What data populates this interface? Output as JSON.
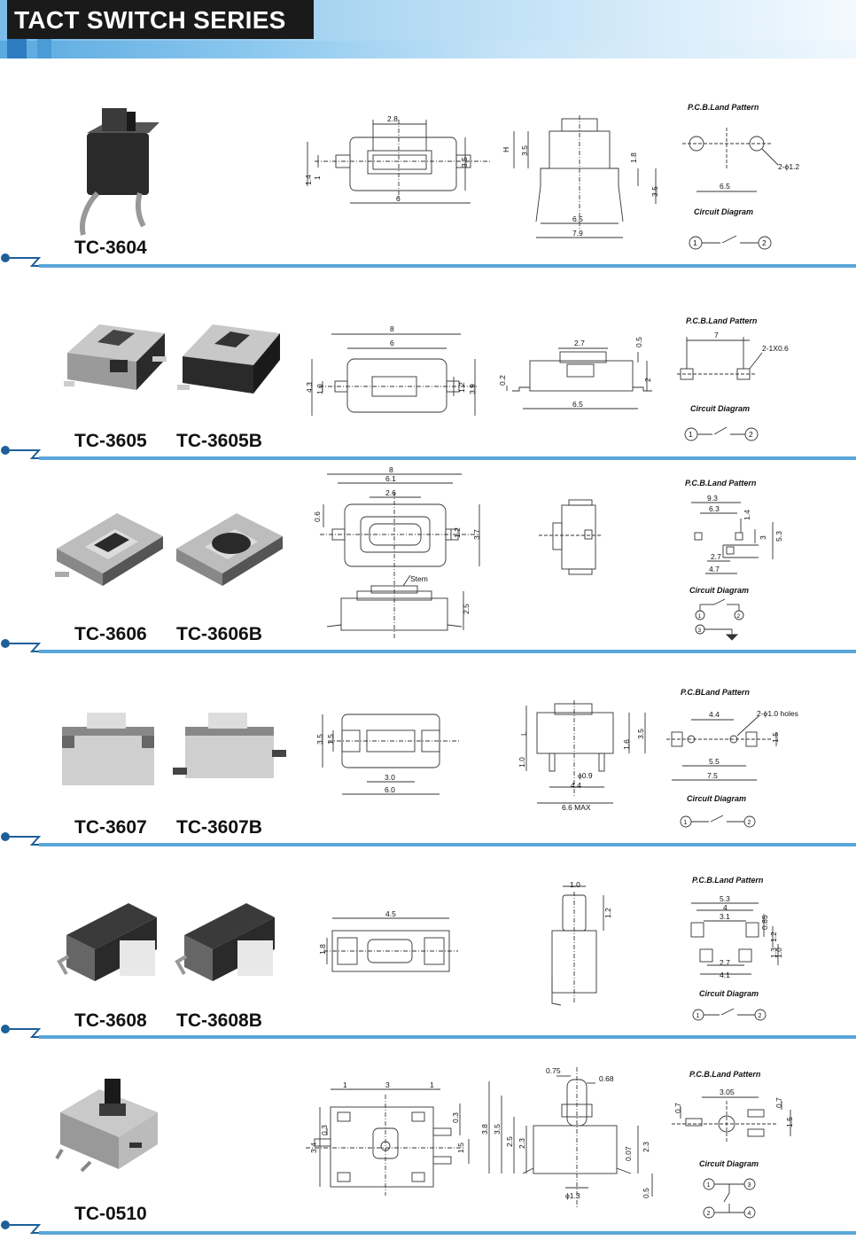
{
  "header": {
    "title": "TACT SWITCH SERIES"
  },
  "labels": {
    "pcb": "P.C.B.Land Pattern",
    "pcb_alt": "P.C.BLand Pattern",
    "circuit": "Circuit Diagram",
    "stem": "Stem"
  },
  "sections": [
    {
      "models": [
        "TC-3604"
      ],
      "dims": {
        "a": "2.8",
        "b": "3.5",
        "c": "1.4",
        "d": "1",
        "e": "6",
        "f": "H",
        "g": "3.5",
        "h": "1.8",
        "i": "3.5",
        "j": "6.5",
        "k": "7.9"
      },
      "pcb": {
        "hole": "2-ϕ1.2",
        "pitch": "6.5"
      }
    },
    {
      "models": [
        "TC-3605",
        "TC-3605B"
      ],
      "dims": {
        "a": "8",
        "b": "6",
        "c": "4.3",
        "d": "1.0",
        "e": "1.2",
        "f": "3.9",
        "g": "2.7",
        "h": "0.5",
        "i": "0.2",
        "j": "2",
        "k": "6.5"
      },
      "pcb": {
        "hole": "2-1X0.6",
        "pitch": "7"
      }
    },
    {
      "models": [
        "TC-3606",
        "TC-3606B"
      ],
      "dims": {
        "a": "8",
        "b": "6.1",
        "c": "2.6",
        "d": "0.6",
        "e": "1.2",
        "f": "3.7",
        "g": "2.5"
      },
      "pcb": {
        "a": "9.3",
        "b": "6.3",
        "c": "1.4",
        "d": "3",
        "e": "5.3",
        "f": "2.7",
        "g": "4.7"
      }
    },
    {
      "models": [
        "TC-3607",
        "TC-3607B"
      ],
      "dims": {
        "a": "3.5",
        "b": "1.5",
        "c": "3.0",
        "d": "6.0",
        "e": "L",
        "f": "1.0",
        "g": "1.6",
        "h": "3.5",
        "i": "ϕ0.9",
        "j": "4.4",
        "k": "6.6 MAX"
      },
      "pcb": {
        "hole": "2-ϕ1.0 holes",
        "a": "4.4",
        "b": "1.5",
        "c": "5.5",
        "d": "7.5"
      }
    },
    {
      "models": [
        "TC-3608",
        "TC-3608B"
      ],
      "dims": {
        "a": "4.5",
        "b": "1.8",
        "c": "1.0",
        "d": "1.2"
      },
      "pcb": {
        "a": "5.3",
        "b": "4",
        "c": "3.1",
        "d": "0.85",
        "e": "1.2",
        "f": "1.3",
        "g": "1.0",
        "h": "2.7",
        "i": "4.1"
      }
    },
    {
      "models": [
        "TC-0510"
      ],
      "dims": {
        "a": "1",
        "b": "3",
        "c": "1",
        "d": "3.4",
        "e": "0.3",
        "f": "0.3",
        "g": "1.5",
        "h": "0.75",
        "i": "0.68",
        "j": "3.8",
        "k": "3.5",
        "l": "2.5",
        "m": "2.3",
        "n": "0.07",
        "o": "2.3",
        "p": "0.5",
        "q": "ϕ1.3"
      },
      "pcb": {
        "a": "3.05",
        "b": "0.7",
        "c": "0.7",
        "d": "1.5"
      }
    }
  ],
  "circuit_pins": {
    "p1": "1",
    "p2": "2",
    "p3": "3",
    "p4": "4"
  }
}
